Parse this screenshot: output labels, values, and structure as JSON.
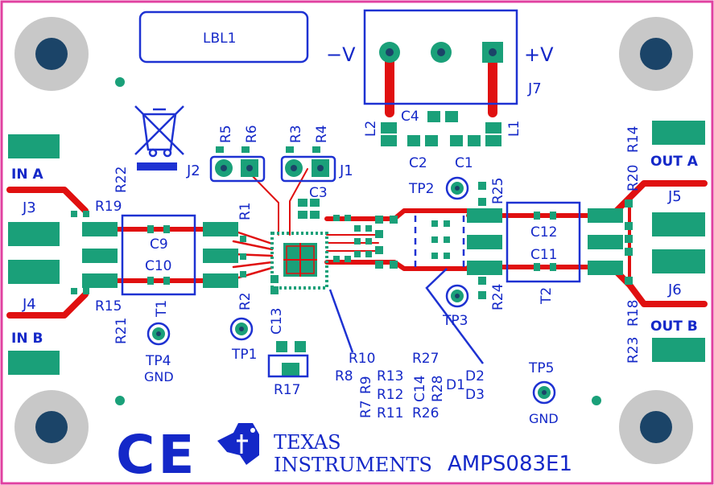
{
  "board": {
    "name": "AMPS083E1",
    "manufacturer_line1": "TEXAS",
    "manufacturer_line2": "INSTRUMENTS",
    "colors": {
      "outline": "#e040a0",
      "silkscreen": "#1428c8",
      "copper": "#e01010",
      "pad": "#1aa079",
      "hole_ring": "#c8c8c8",
      "hole_center": "#1b4468"
    }
  },
  "labels": {
    "lbl1": "LBL1",
    "minus_v": "−V",
    "plus_v": "+V",
    "in_a": "IN A",
    "in_b": "IN B",
    "out_a": "OUT A",
    "out_b": "OUT B",
    "gnd1": "GND",
    "gnd2": "GND",
    "ce": "CE"
  },
  "designators": {
    "J1": "J1",
    "J2": "J2",
    "J3": "J3",
    "J4": "J4",
    "J5": "J5",
    "J6": "J6",
    "J7": "J7",
    "R1": "R1",
    "R2": "R2",
    "R3": "R3",
    "R4": "R4",
    "R5": "R5",
    "R6": "R6",
    "R7": "R7",
    "R8": "R8",
    "R9": "R9",
    "R10": "R10",
    "R11": "R11",
    "R12": "R12",
    "R13": "R13",
    "R14": "R14",
    "R15": "R15",
    "R17": "R17",
    "R18": "R18",
    "R19": "R19",
    "R20": "R20",
    "R21": "R21",
    "R22": "R22",
    "R23": "R23",
    "R24": "R24",
    "R25": "R25",
    "R26": "R26",
    "R27": "R27",
    "R28": "R28",
    "C1": "C1",
    "C2": "C2",
    "C3": "C3",
    "C4": "C4",
    "C9": "C9",
    "C10": "C10",
    "C11": "C11",
    "C12": "C12",
    "C13": "C13",
    "C14": "C14",
    "L1": "L1",
    "L2": "L2",
    "T1": "T1",
    "T2": "T2",
    "D1": "D1",
    "D2": "D2",
    "D3": "D3",
    "TP1": "TP1",
    "TP2": "TP2",
    "TP3": "TP3",
    "TP4": "TP4",
    "TP5": "TP5"
  }
}
